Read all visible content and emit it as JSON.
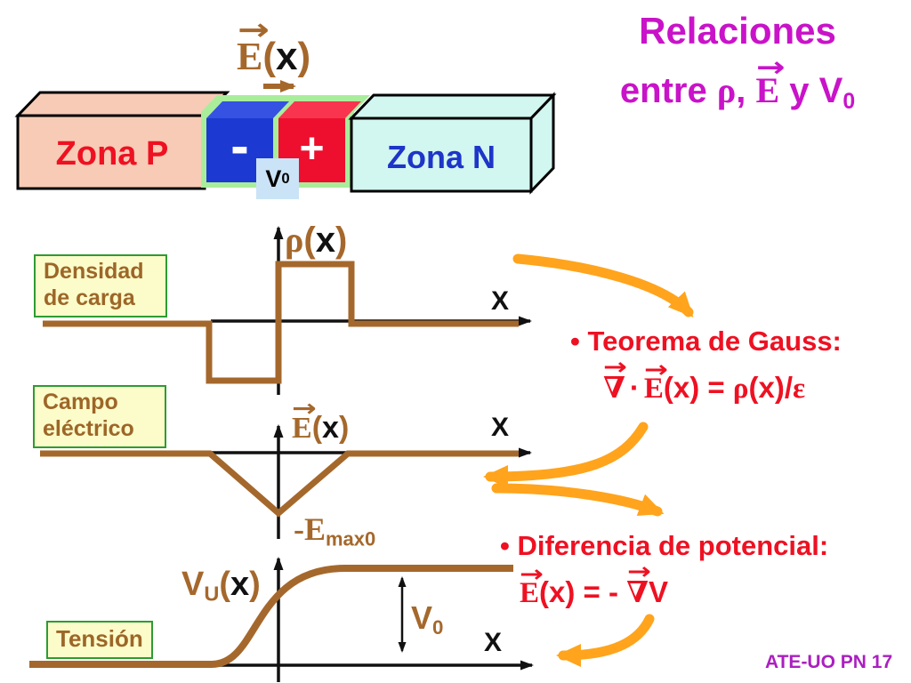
{
  "icons": {
    "vector_arrow": "→"
  },
  "title": {
    "l1": "Relaciones",
    "l2a": "entre ",
    "rho": "ρ",
    "l2b": ", ",
    "E": "E",
    "l2c": " y V",
    "sub": "0"
  },
  "junction": {
    "zona_p": "Zona P",
    "zona_n": "Zona N",
    "minus": "-",
    "plus": "+",
    "v0": {
      "base": "V",
      "sub": "0"
    },
    "field": {
      "E": "E",
      "open": "(",
      "x": "x",
      "close": ")"
    }
  },
  "graphs": {
    "charge": {
      "box1": "Densidad",
      "box2": "de carga",
      "sym": "ρ",
      "open": "(",
      "x": "x",
      "close": ")",
      "axis": "X",
      "curve_shape": "step curve: negative square just left of origin, positive square just right, zero elsewhere"
    },
    "field": {
      "box1": "Campo",
      "box2": "eléctrico",
      "E": "E",
      "open": "(",
      "x": "x",
      "close": ")",
      "axis": "X",
      "emax_main": "-E",
      "emax_sub": "max0",
      "curve_shape": "triangular dip below axis reaching -Emax0 at the junction, zero elsewhere"
    },
    "voltage": {
      "box1": "Tensión",
      "V": "V",
      "sub": "U",
      "open": "(",
      "x": "x",
      "close": ")",
      "axis": "X",
      "v0_base": "V",
      "v0_sub": "0",
      "curve_shape": "sigmoid rising from 0 at left to plateau V0 at right"
    }
  },
  "formulas": {
    "gauss_title": "• Teorema de Gauss:",
    "gauss": {
      "nabla": "∇",
      "dot": "·",
      "E": "E",
      "mid": "(x) = ",
      "rho": "ρ",
      "slash": "(x)/",
      "eps": "ε"
    },
    "pot_title": "• Diferencia de potencial:",
    "pot": {
      "E": "E",
      "mid": "(x) = - ",
      "nabla": "∇",
      "V": "V"
    }
  },
  "footer": {
    "text": "ATE-UO PN 17"
  },
  "colors": {
    "brown": "#A5682C",
    "orange": "#FFA41C",
    "red": "#EE1122",
    "magenta": "#C913C9",
    "footer_purple": "#AB1FC0",
    "box_fill": "#FBFCC9",
    "box_border": "#2E9B33",
    "zona_p_fill": "#F7CBB6",
    "zona_n_fill": "#D2F6F0",
    "depletion_green": "#A9ED9B",
    "neg_blue": "#1C39D2",
    "pos_red": "#EE0E2E",
    "v0_box_blue": "#CBE3F6"
  }
}
